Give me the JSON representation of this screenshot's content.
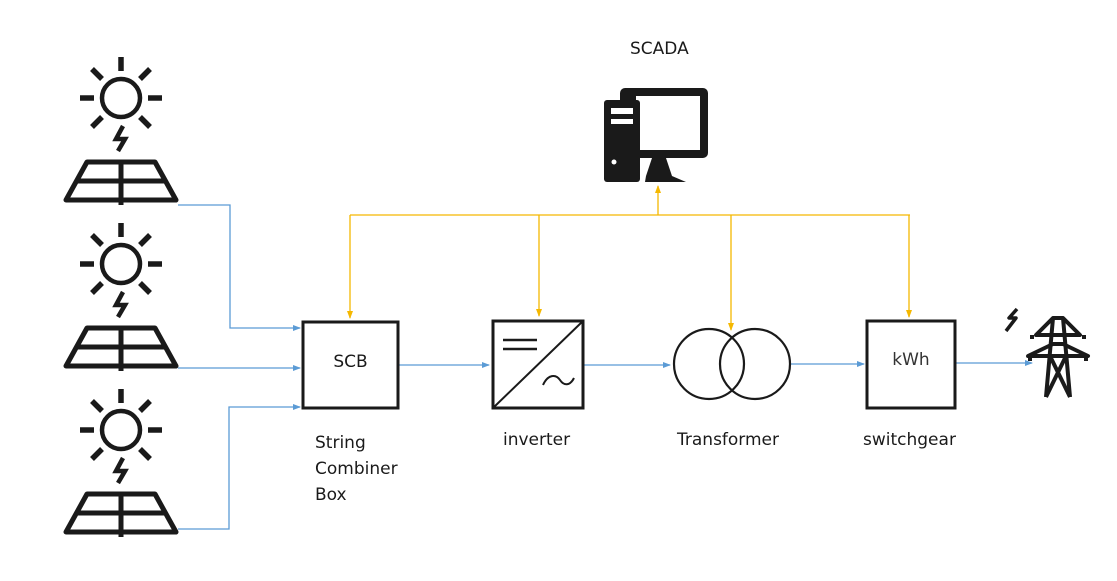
{
  "diagram": {
    "title": "Solar PV plant single-line overview",
    "colors": {
      "power_flow": "#5b9bd5",
      "scada_link": "#f5b800",
      "symbol": "#1a1a1a"
    },
    "scada": {
      "label": "SCADA",
      "icon": "desktop-computer-icon"
    },
    "sources": [
      {
        "id": "pv-array-1",
        "icon": "solar-panel-icon"
      },
      {
        "id": "pv-array-2",
        "icon": "solar-panel-icon"
      },
      {
        "id": "pv-array-3",
        "icon": "solar-panel-icon"
      }
    ],
    "nodes": {
      "scb": {
        "box_text": "SCB",
        "caption_lines": [
          "String",
          "Combiner",
          "Box"
        ]
      },
      "inverter": {
        "caption": "inverter",
        "icon": "dc-ac-converter-icon"
      },
      "transformer": {
        "caption": "Transformer",
        "icon": "transformer-icon"
      },
      "switchgear": {
        "box_text": "kWh",
        "caption": "switchgear"
      },
      "grid": {
        "icon": "transmission-tower-icon"
      }
    },
    "edges": [
      {
        "from": "pv-array-1",
        "to": "scb",
        "type": "power"
      },
      {
        "from": "pv-array-2",
        "to": "scb",
        "type": "power"
      },
      {
        "from": "pv-array-3",
        "to": "scb",
        "type": "power"
      },
      {
        "from": "scb",
        "to": "inverter",
        "type": "power"
      },
      {
        "from": "inverter",
        "to": "transformer",
        "type": "power"
      },
      {
        "from": "transformer",
        "to": "switchgear",
        "type": "power"
      },
      {
        "from": "switchgear",
        "to": "grid",
        "type": "power"
      },
      {
        "from": "scada",
        "to": "scb",
        "type": "control"
      },
      {
        "from": "scada",
        "to": "inverter",
        "type": "control"
      },
      {
        "from": "scada",
        "to": "transformer",
        "type": "control"
      },
      {
        "from": "scada",
        "to": "switchgear",
        "type": "control"
      }
    ]
  }
}
